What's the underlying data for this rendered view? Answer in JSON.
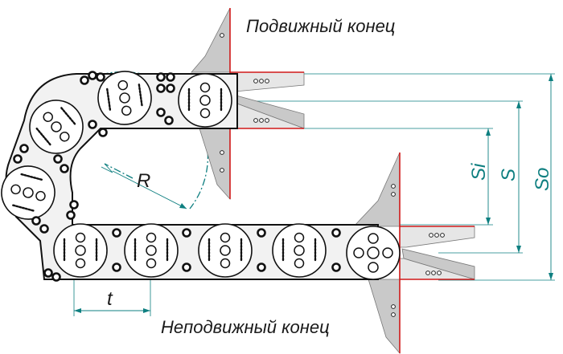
{
  "labels": {
    "moving_end": "Подвижный конец",
    "fixed_end": "Неподвижный конец"
  },
  "dimensions": {
    "radius": "R",
    "pitch": "t",
    "inner_height": "Si",
    "height": "S",
    "outer_height": "So"
  },
  "colors": {
    "dimension": "#0e7f80",
    "bracket_edge": "#d01818",
    "outline": "#111111"
  }
}
